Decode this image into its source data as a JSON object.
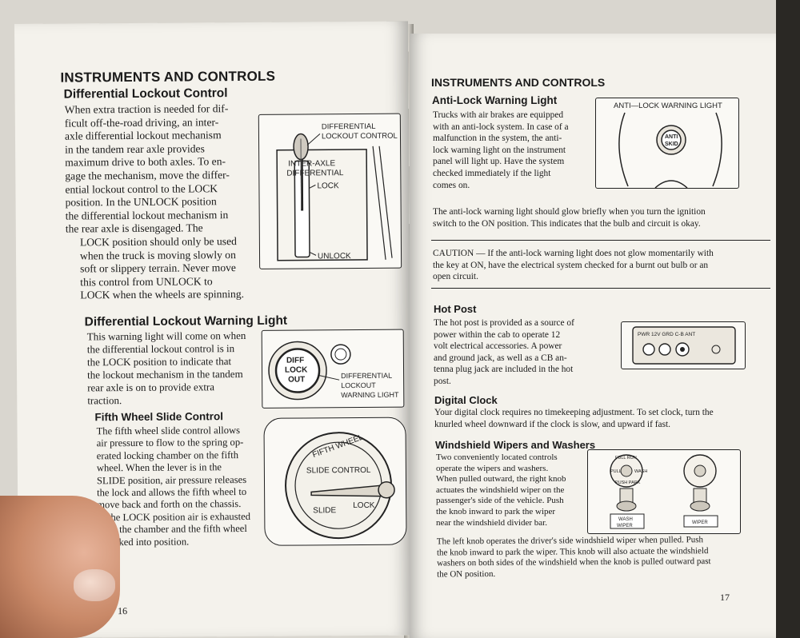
{
  "left_page": {
    "section_title": "INSTRUMENTS AND CONTROLS",
    "lockout": {
      "heading": "Differential Lockout Control",
      "lines": [
        "When extra traction is needed for dif-",
        "ficult off-the-road driving, an inter-",
        "axle differential lockout mechanism",
        "in the tandem rear axle provides",
        "maximum drive to both axles. To en-",
        "gage the mechanism, move the differ-",
        "ential lockout control to the LOCK",
        "position. In the UNLOCK position",
        "the differential lockout mechanism in",
        "the rear axle is disengaged. The",
        "LOCK position should only be used",
        "when the truck is moving slowly on",
        "soft or slippery terrain. Never move",
        "this control from UNLOCK to",
        "LOCK when the wheels are spinning."
      ],
      "fig_labels": {
        "callout1": "DIFFERENTIAL",
        "callout2": "LOCKOUT CONTROL",
        "plate1": "INTER-AXLE",
        "plate2": "DIFFERENTIAL",
        "lock": "LOCK",
        "unlock": "UNLOCK"
      }
    },
    "warning": {
      "heading": "Differential Lockout Warning Light",
      "lines": [
        "This warning light will come on when",
        "the differential lockout control is in",
        "the LOCK position to indicate that",
        "the lockout mechanism in the tandem",
        "rear axle is on to provide extra",
        "traction."
      ],
      "fig_labels": {
        "light1": "DIFF",
        "light2": "LOCK",
        "light3": "OUT",
        "c1": "DIFFERENTIAL",
        "c2": "LOCKOUT",
        "c3": "WARNING LIGHT"
      }
    },
    "fifth_wheel": {
      "heading": "Fifth Wheel Slide Control",
      "lines": [
        "The fifth wheel slide control allows",
        "air pressure to flow to the spring op-",
        "erated locking chamber on the fifth",
        "wheel. When the lever is in the",
        "SLIDE position, air pressure releases",
        "the lock and allows the fifth wheel to",
        "move back and forth on the chassis.",
        "In the LOCK position air is exhausted",
        "from the chamber and the fifth wheel",
        "is locked into position."
      ],
      "fig_labels": {
        "arc": "FIFTH WHEEL",
        "control": "SLIDE CONTROL",
        "slide": "SLIDE",
        "lock": "LOCK"
      }
    },
    "page_number": "16"
  },
  "right_page": {
    "section_title": "INSTRUMENTS AND CONTROLS",
    "antilock": {
      "heading": "Anti-Lock Warning Light",
      "lines": [
        "Trucks with air brakes are equipped",
        "with an anti-lock system. In case of a",
        "malfunction in the system, the anti-",
        "lock warning light on the instrument",
        "panel will light up. Have the system",
        "checked immediately if the light",
        "comes on."
      ],
      "fig_title": "ANTI—LOCK WARNING LIGHT",
      "fig_light1": "ANTI",
      "fig_light2": "SKID",
      "para2_lines": [
        "The anti-lock warning light should glow briefly when you turn the ignition",
        "switch to the ON position. This indicates that the bulb and circuit is okay."
      ],
      "caution_lines": [
        "CAUTION — If the anti-lock warning light does not glow momentarily with",
        "the key at ON, have the electrical system checked for a burnt out bulb or an",
        "open circuit."
      ]
    },
    "hot_post": {
      "heading": "Hot Post",
      "lines": [
        "The hot post is provided as a source of",
        "power within the cab to operate 12",
        "volt electrical accessories. A power",
        "and ground jack, as well as a CB an-",
        "tenna plug jack are included in the hot",
        "post."
      ],
      "fig_label": "PWR 12V GRD  C-B ANT"
    },
    "digital_clock": {
      "heading": "Digital Clock",
      "lines": [
        "Your digital clock requires no timekeeping adjustment. To set clock, turn the",
        "knurled wheel downward if the clock is slow, and upward if fast."
      ]
    },
    "wipers": {
      "heading": "Windshield Wipers and Washers",
      "lines": [
        "Two conveniently located controls",
        "operate the wipers and washers.",
        "When pulled outward, the right knob",
        "actuates the windshield wiper on the",
        "passenger's side of the vehicle. Push",
        "the knob inward to park the wiper",
        "near the windshield divider bar."
      ],
      "lines2": [
        "The left knob operates the driver's side windshield wiper when pulled. Push",
        "the knob inward to park the wiper. This knob will also actuate the windshield",
        "washers on both sides of the windshield when the knob is pulled outward past",
        "the ON position."
      ],
      "fig_labels": {
        "full_run": "FULL RUN",
        "pull": "PULL",
        "wash": "WASH",
        "push_park": "PUSH PARK",
        "left_plate1": "WASH",
        "left_plate2": "WIPER",
        "right_plate": "WIPER"
      }
    },
    "page_number": "17"
  }
}
